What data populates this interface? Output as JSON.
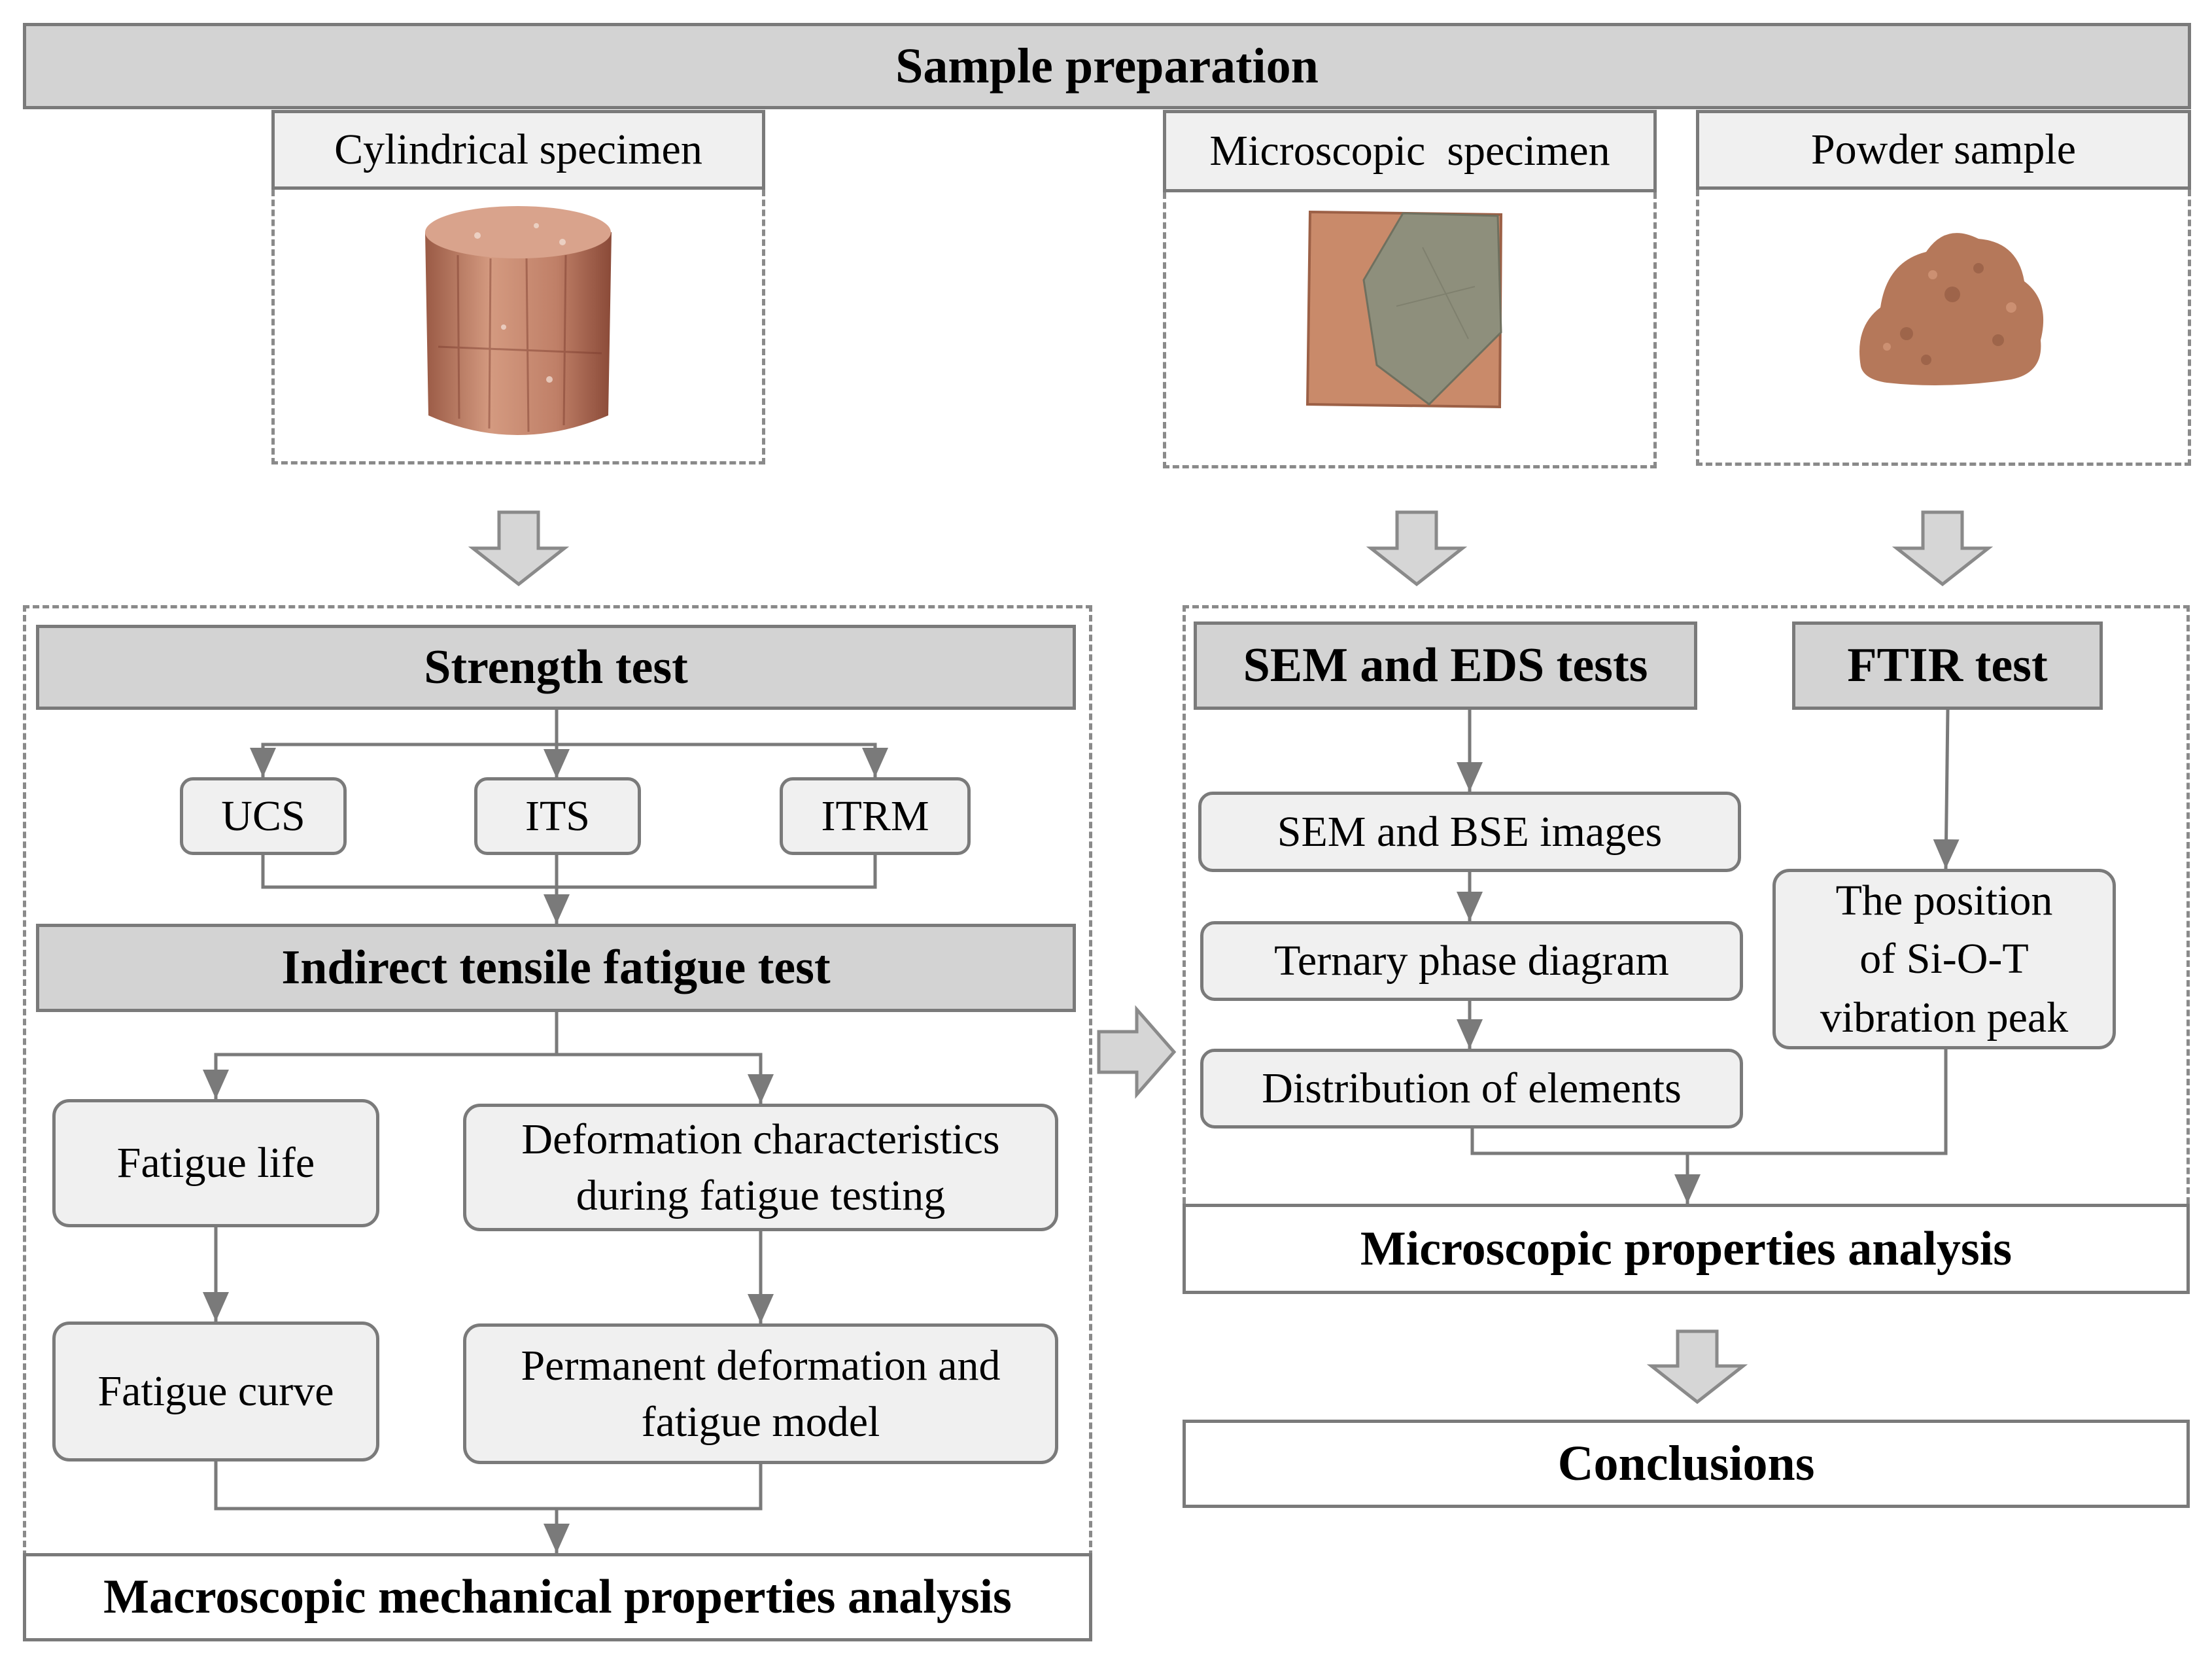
{
  "title": "Sample preparation",
  "samples": {
    "cylindrical": "Cylindrical specimen",
    "microscopic": "Microscopic  specimen",
    "powder": "Powder sample"
  },
  "macro": {
    "strength_test": "Strength test",
    "ucs": "UCS",
    "its": "ITS",
    "itrm": "ITRM",
    "fatigue_test": "Indirect tensile fatigue test",
    "fatigue_life": "Fatigue life",
    "deformation": [
      "Deformation characteristics",
      "during fatigue testing"
    ],
    "fatigue_curve": "Fatigue curve",
    "permanent": [
      "Permanent deformation and",
      "fatigue model"
    ],
    "analysis": "Macroscopic mechanical properties analysis"
  },
  "micro": {
    "sem_eds": "SEM and EDS tests",
    "ftir": "FTIR test",
    "sem_bse": "SEM and BSE images",
    "ternary": "Ternary phase diagram",
    "distribution": "Distribution of elements",
    "position": [
      "The position",
      "of Si-O-T",
      "vibration peak"
    ],
    "analysis": "Microscopic properties analysis",
    "conclusions": "Conclusions"
  },
  "colors": {
    "header_fill": "#d3d3d3",
    "node_fill": "#f0f0f0",
    "border": "#7a7a7a",
    "arrow_fill": "#d6d6d6",
    "specimen_brick": "#c98a6a",
    "specimen_stone": "#8e8f7c",
    "powder": "#b5785a"
  }
}
